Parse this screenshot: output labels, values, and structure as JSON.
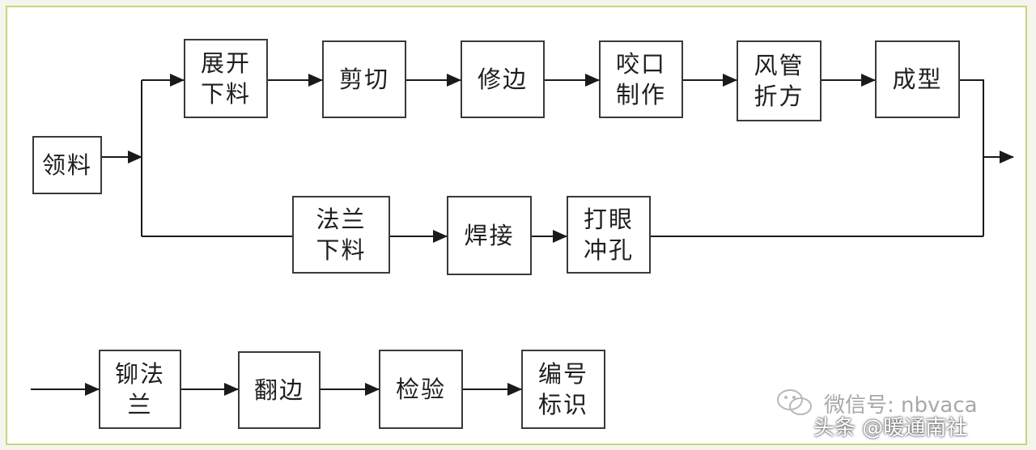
{
  "diagram": {
    "nodes": {
      "lingliao": {
        "lines": [
          "领料"
        ]
      },
      "zhankai": {
        "lines": [
          "展开",
          "下料"
        ]
      },
      "jianqie": {
        "lines": [
          "剪切"
        ]
      },
      "xiubian": {
        "lines": [
          "修边"
        ]
      },
      "yaokou": {
        "lines": [
          "咬口",
          "制作"
        ]
      },
      "fengguan": {
        "lines": [
          "风管",
          "折方"
        ]
      },
      "chengxing": {
        "lines": [
          "成型"
        ]
      },
      "falan_xialiao": {
        "lines": [
          "法兰",
          "下料"
        ]
      },
      "hanjie": {
        "lines": [
          "焊接"
        ]
      },
      "dayan": {
        "lines": [
          "打眼",
          "冲孔"
        ]
      },
      "maofalan": {
        "lines": [
          "铆法",
          "兰"
        ]
      },
      "fanbian": {
        "lines": [
          "翻边"
        ]
      },
      "jianyan": {
        "lines": [
          "检验"
        ]
      },
      "bianhao": {
        "lines": [
          "编号",
          "标识"
        ]
      }
    }
  },
  "watermark": {
    "line1": "微信号: nbvaca",
    "line2": "头条 @暖通南社",
    "icon": "wechat-icon"
  },
  "colors": {
    "frame": "#c5d77c",
    "line": "#1a1a1a",
    "box_border": "#3a3a3a"
  }
}
